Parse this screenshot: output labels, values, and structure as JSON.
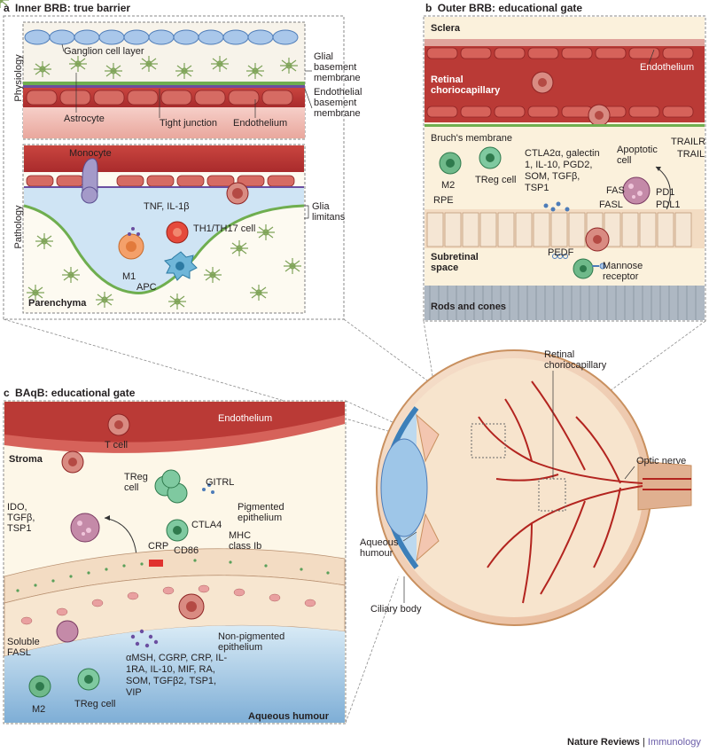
{
  "panel_a": {
    "letter": "a",
    "title": "Inner BRB: true barrier",
    "side_physiology": "Physiology",
    "side_pathology": "Pathology",
    "ganglion": "Ganglion cell layer",
    "glial_bm": "Glial basement membrane",
    "endo_bm": "Endothelial basement membrane",
    "astrocyte": "Astrocyte",
    "tight_junction": "Tight junction",
    "endothelium": "Endothelium",
    "monocyte": "Monocyte",
    "tnf": "TNF, IL-1β",
    "glia_limitans": "Glia limitans",
    "m1": "M1",
    "th_cell": "TH1/TH17 cell",
    "apc": "APC",
    "parenchyma": "Parenchyma"
  },
  "panel_b": {
    "letter": "b",
    "title": "Outer BRB: educational gate",
    "sclera": "Sclera",
    "endothelium": "Endothelium",
    "retinal_chorio": "Retinal choriocapillary",
    "bruchs": "Bruch's membrane",
    "m2": "M2",
    "rpe": "RPE",
    "treg": "TReg cell",
    "factors": "CTLA2α, galectin 1, IL-10, PGD2, SOM, TGFβ, TSP1",
    "apoptotic": "Apoptotic cell",
    "trailr": "TRAILR",
    "trail": "TRAIL",
    "fas": "FAS",
    "pd1": "PD1",
    "fasl": "FASL",
    "pdl1": "PDL1",
    "pedf": "PEDF",
    "subretinal": "Subretinal space",
    "mannose": "Mannose receptor",
    "rods": "Rods and cones"
  },
  "panel_c": {
    "letter": "c",
    "title": "BAqB: educational gate",
    "endothelium": "Endothelium",
    "tcell": "T cell",
    "stroma": "Stroma",
    "treg": "TReg cell",
    "gitrl": "GITRL",
    "pigmented": "Pigmented epithelium",
    "ido": "IDO, TGFβ, TSP1",
    "ctla4": "CTLA4",
    "mhc": "MHC class Ib",
    "crp": "CRP",
    "cd86": "CD86",
    "soluble_fasl": "Soluble FASL",
    "nonpig": "Non-pigmented epithelium",
    "factors": "αMSH, CGRP, CRP, IL-1RA, IL-10, MIF, RA, SOM, TGFβ2, TSP1, VIP",
    "m2": "M2",
    "treg2": "TReg cell",
    "aqueous": "Aqueous humour"
  },
  "eye": {
    "retinal_chorio": "Retinal choriocapillary",
    "optic_nerve": "Optic nerve",
    "aqueous": "Aqueous humour",
    "ciliary": "Ciliary body"
  },
  "footer": {
    "journal": "Nature Reviews",
    "section": "Immunology"
  }
}
